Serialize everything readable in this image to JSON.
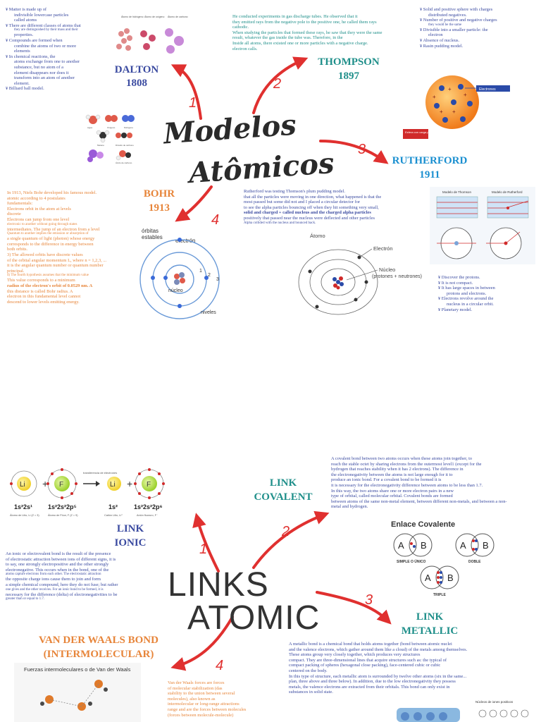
{
  "colors": {
    "accent_red": "#e0302f",
    "dalton_blue": "#3a4aa0",
    "thompson_teal": "#1f8f8a",
    "rutherford_sky": "#1a8fd0",
    "bohr_orange": "#e7853a",
    "text_dark": "#333333"
  },
  "top": {
    "title_line1": "Modelos",
    "title_line2": "Atômicos",
    "arrow_numbers": [
      "1",
      "2",
      "3",
      "4"
    ],
    "dalton": {
      "name": "DALTON",
      "year": "1808",
      "notes": [
        "¥ Matter is made up of",
        "indivisible lowercase particles",
        "called atoms",
        "¥ There are different classes of atoms that",
        "they are distinguished by their mass and their",
        "properties.",
        "¥ Compounds are formed when",
        "combine the atoms of two or more",
        "elements",
        "¥ In chemical reactions, the",
        "atoms exchange from one to another",
        "substance, but no atom of a",
        "element disappears nor does it",
        "transform into an atom of another",
        "element.",
        "¥ Billiard ball model."
      ],
      "legend": [
        "Átomo de hidrógeno",
        "Átomo de oxígeno",
        "Átomo de carbono"
      ],
      "molecule_labels": [
        "Agua",
        "Oxígeno",
        "Nitrógeno",
        "Metano",
        "Dióxido de carbono",
        "Ácido de carbono"
      ]
    },
    "thompson": {
      "name": "THOMPSON",
      "year": "1897",
      "text": [
        "He conducted experiments in gas discharge tubes. He observed that it",
        "they emitted rays from the negative pole to the positive one, he called them rays",
        "cathodic.",
        "When studying the particles that formed these rays, he saw that they were the same",
        "result, whatever the gas inside the tube was. Therefore, in the",
        "Inside all atoms, there existed one or more particles with a negative charge.",
        "electron calls."
      ],
      "bullets": [
        "¥ Solid and positive sphere with charges",
        "distributed negatives.",
        "¥ Number of positive and negative charges",
        "they would be the same",
        "¥ Divisible into a smaller particle: the",
        "electron",
        "¥ Absence of nucleus.",
        "¥ Rasin pudding model."
      ],
      "img_labels": [
        "Electrones",
        "Esfera con carga positiva"
      ]
    },
    "rutherford": {
      "name": "RUTHERFORD",
      "year": "1911",
      "text": [
        "Rutherford was testing Thomson's plum pudding model.",
        "that all the particles were moving in one direction, what happened is that the",
        "most passed but some did not and I placed a circular detector for",
        "to see the alpha particles bouncing off when they hit something very small,",
        "solid and charged + called nucleus and the charged alpha particles",
        "positively that passed near the nucleus were deflected and other particles",
        "Alpha collided with the nucleus and bounced back."
      ],
      "atom_labels": [
        "Átomo",
        "Electrón",
        "Núcleo",
        "(protones + neutrones)"
      ],
      "bullets": [
        "¥ Discover the protons.",
        "¥ It is not compact.",
        "¥ It has large spaces in between",
        "protons and electrons.",
        "¥ Electrons revolve around the",
        "nucleus in a circular orbit.",
        "¥ Planetary model."
      ],
      "img_labels": [
        "Modelo de Thomson",
        "Modelo de Rutherford"
      ]
    },
    "bohr": {
      "name": "BOHR",
      "year": "1913",
      "text": [
        "In 1913, Niels Bohr developed his famous model.",
        "atomic according to 4 postulates",
        "fundamentals:",
        "Electrons orbit in the atom at levels",
        "discrete",
        "Electrons can jump from one level",
        "electronic to another without going through states",
        "intermediates. The jump of an electron from a level",
        "Quantum to another implies the emission or absorption of",
        "a single quantum of light (photon) whose energy",
        "corresponds to the difference in energy between",
        "both orbits.",
        "3) The allowed orbits have discrete values",
        "of the orbital angular momentum L, where n = 1,2,3, ...",
        "it is the angular quantum number or quantum number",
        "principal.",
        "4) The fourth hypothesis assumes that the minimum value",
        "This value corresponds to a minimum",
        "radius of the electron's orbit of 0.0529 nm. A",
        "this distance is called Bohr radius. A",
        "electron in this fundamental level cannot",
        "descend to lower levels emitting energy."
      ],
      "diagram_labels": [
        "órbitas",
        "estables",
        "electrón",
        "núcleo",
        "niveles",
        "1",
        "2",
        "3"
      ]
    }
  },
  "bottom": {
    "title_line1": "LINKS",
    "title_line2": "ATOMIC",
    "arrow_numbers": [
      "1",
      "2",
      "3",
      "4"
    ],
    "ionic": {
      "name_line1": "LINK",
      "name_line2": "IONIC",
      "config": [
        "1s²2s¹",
        "1s²2s²2p⁵",
        "1s²",
        "1s²2s²2p⁶"
      ],
      "atom_names": [
        "Átomo de Litio, Li (Z = 3)",
        "Átomo de Flúor, F (Z = 9)",
        "Catión Litio, Li⁺",
        "Anión fluoruro, F⁻"
      ],
      "symbols": [
        "Li",
        "F",
        "Li",
        "F",
        "+",
        "+"
      ],
      "transfer_label": "transferencia de electrones",
      "text": [
        "An ionic or electrovalent bond is the result of the presence",
        "of electrostatic attraction between ions of different signs, it is",
        "to say, one strongly electropositive and the other strongly",
        "electronegative. This occurs when in the bond, one of the",
        "atoms capture electrons from each other. The electrostatic attraction",
        "the opposite charge ions cause them to join and form",
        "a simple chemical compound, here they do not fuse; but rather",
        "one gives and the other receives. For an ionic bond to be formed, it is",
        "necessary for the difference (delta) of electronegativities to be",
        "greater than or equal to 1.7."
      ]
    },
    "covalent": {
      "name_line1": "LINK",
      "name_line2": "COVALENT",
      "text": [
        "A covalent bond between two atoms occurs when these atoms join together, to",
        "reach the stable octet by sharing electrons from the outermost level1 (except for the",
        "hydrogen that reaches stability when it has 2 electrons). The difference in",
        "the electronegativity between the atoms is not large enough for it to",
        "produce an ionic bond. For a covalent bond to be formed it is",
        "it is necessary for the electronegativity difference between atoms to be less than 1.7.",
        "In this way, the two atoms share one or more electron pairs in a new",
        "type of orbital, called molecular orbital. Covalent bonds are formed",
        "between atoms of the same non-metal element, between different non-metals, and between a non-",
        "metal and hydrogen."
      ],
      "diagram_title": "Enlace Covalente",
      "diagram_labels": [
        "SIMPLE O ÚNICO",
        "DOBLE",
        "TRIPLE"
      ],
      "atom_letters": [
        "A",
        "B",
        "A",
        "B",
        "A",
        "B"
      ]
    },
    "metallic": {
      "name_line1": "LINK",
      "name_line2": "METALLIC",
      "text": [
        "A metallic bond is a chemical bond that holds atoms together (bond between atomic nuclei",
        "and the valence electrons, which gather around them like a cloud) of the metals among themselves.",
        "These atoms group very closely together, which produces very structures",
        "compact. They are three-dimensional lines that acquire structures such as: the typical of",
        "compact packing of spheres (hexagonal close packing), face-centered cubic or cubic",
        "centered on the body.",
        "In this type of structure, each metallic atom is surrounded by twelve other atoms (six in the same...",
        "plan, three above and three below). In addition, due to the low electronegativity they possess",
        "metals, the valence electrons are extracted from their orbitals. This bond can only exist in",
        "substances in solid state."
      ],
      "img_label": "Núcleos de iones positivos"
    },
    "vdw": {
      "name_line1": "VAN DER WAALS BOND",
      "name_line2": "(INTERMOLECULAR)",
      "diagram_title": "Fuerzas intermoleculares o de Van der Waals",
      "text": [
        "Van der Waals forces are forces",
        "of molecular stabilization (das",
        "stability to the union between several",
        "molecules), also known as",
        "intermolecular or long-range attractions",
        "range and are the forces between molecules",
        "(forces between molecule-molecule)"
      ]
    }
  }
}
